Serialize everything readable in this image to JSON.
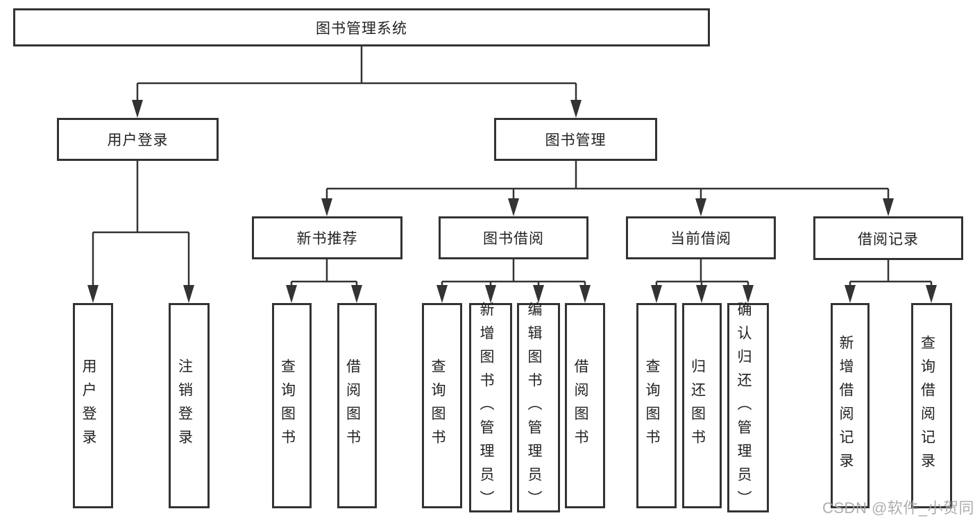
{
  "tree": {
    "label": "图书管理系统",
    "children": [
      {
        "label": "用户登录",
        "children": [
          {
            "label": "用户登录"
          },
          {
            "label": "注销登录"
          }
        ]
      },
      {
        "label": "图书管理",
        "children": [
          {
            "label": "新书推荐",
            "children": [
              {
                "label": "查询图书"
              },
              {
                "label": "借阅图书"
              }
            ]
          },
          {
            "label": "图书借阅",
            "children": [
              {
                "label": "查询图书"
              },
              {
                "label": "新增图书（管理员）"
              },
              {
                "label": "编辑图书（管理员）"
              },
              {
                "label": "借阅图书"
              }
            ]
          },
          {
            "label": "当前借阅",
            "children": [
              {
                "label": "查询图书"
              },
              {
                "label": "归还图书"
              },
              {
                "label": "确认归还（管理员）"
              }
            ]
          },
          {
            "label": "借阅记录",
            "children": [
              {
                "label": "新增借阅记录"
              },
              {
                "label": "查询借阅记录"
              }
            ]
          }
        ]
      }
    ]
  },
  "watermark": {
    "text": "CSDN @软件_小贺同学"
  },
  "colors": {
    "line": "#333333",
    "box_border": "#333333",
    "text": "#222222",
    "background": "#ffffff",
    "watermark": "#a5a5a5"
  }
}
